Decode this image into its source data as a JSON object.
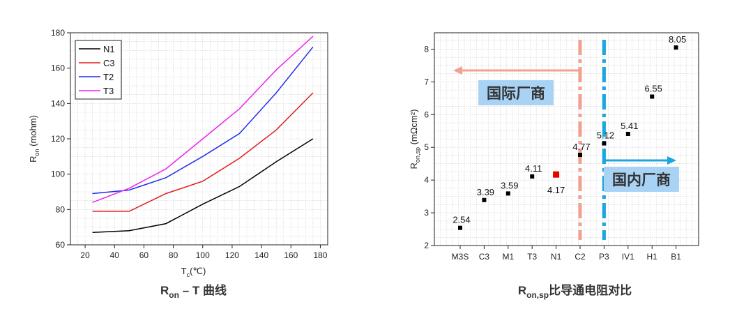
{
  "chart_data": [
    {
      "type": "line",
      "title": "R_on – T 曲线",
      "title_main": "R",
      "title_sub": "on",
      "title_rest": " – T 曲线",
      "xlabel_main": "T",
      "xlabel_sub": "c",
      "xlabel_rest": "(℃)",
      "ylabel_main": "R",
      "ylabel_sub": "on",
      "ylabel_rest": " (mohm)",
      "xlim": [
        10,
        185
      ],
      "ylim": [
        60,
        180
      ],
      "xticks": [
        20,
        40,
        60,
        80,
        100,
        120,
        140,
        160,
        180
      ],
      "yticks": [
        60,
        80,
        100,
        120,
        140,
        160,
        180
      ],
      "grid": true,
      "legend_position": "top-left",
      "x": [
        25,
        50,
        75,
        100,
        125,
        150,
        175
      ],
      "series": [
        {
          "name": "N1",
          "color": "#000000",
          "values": [
            67,
            68,
            72,
            83,
            93,
            107,
            120
          ]
        },
        {
          "name": "C3",
          "color": "#e31a1c",
          "values": [
            79,
            79,
            89,
            96,
            109,
            125,
            146
          ]
        },
        {
          "name": "T2",
          "color": "#1f2ee8",
          "values": [
            89,
            91,
            98,
            110,
            123,
            146,
            172
          ]
        },
        {
          "name": "T3",
          "color": "#ee22ee",
          "values": [
            84,
            92,
            103,
            120,
            137,
            159,
            178
          ]
        }
      ]
    },
    {
      "type": "scatter",
      "title": "R_on,sp比导通电阻对比",
      "title_main": "R",
      "title_sub": "on,sp",
      "title_rest": "比导通电阻对比",
      "ylabel_main": "R",
      "ylabel_sub": "on,sp",
      "ylabel_rest": " (mΩcm²)",
      "ylim": [
        2,
        8.5
      ],
      "yticks": [
        2,
        3,
        4,
        5,
        6,
        7,
        8
      ],
      "grid": true,
      "categories": [
        "M3S",
        "C3",
        "M1",
        "T3",
        "N1",
        "C2",
        "P3",
        "IV1",
        "H1",
        "B1"
      ],
      "values": [
        2.54,
        3.39,
        3.59,
        4.11,
        4.17,
        4.77,
        5.12,
        5.41,
        6.55,
        8.05
      ],
      "labels": [
        "2.54",
        "3.39",
        "3.59",
        "4.11",
        "4.17",
        "4.77",
        "5.12",
        "5.41",
        "6.55",
        "8.05"
      ],
      "highlight_index": 4,
      "highlight_color": "#e60000",
      "annotations": {
        "international": "国际厂商",
        "domestic": "国内厂商",
        "international_color": "#f4a090",
        "domestic_color": "#1aa7e0",
        "label_bg": "#a9d3f5"
      }
    }
  ]
}
